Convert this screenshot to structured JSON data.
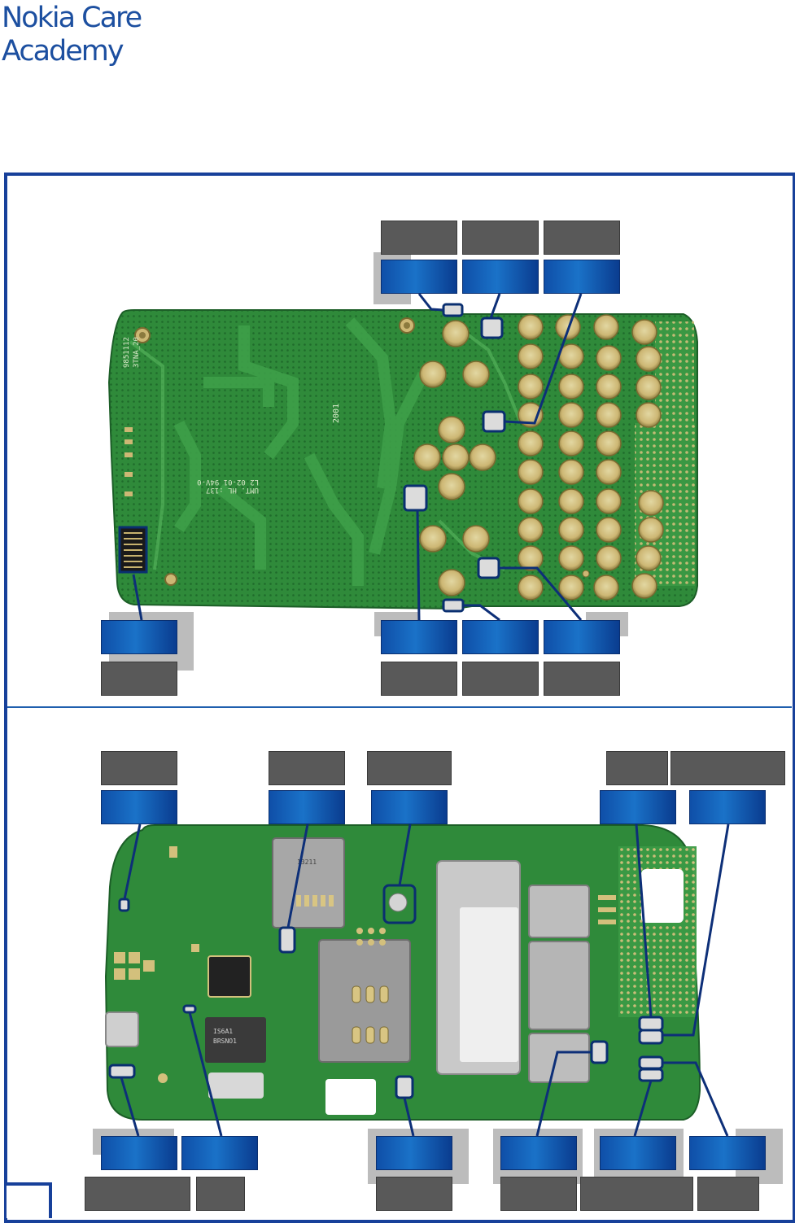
{
  "header": {
    "brand_line1": "Nokia Care",
    "brand_line2": "Academy"
  },
  "colors": {
    "brand_blue": "#17409a",
    "pcb_green": "#2f8a3a",
    "pad_gold": "#d8c583",
    "label_grey": "#595959",
    "label_blue": "#1466bb",
    "section_band": "#aee8f8"
  },
  "board_top": {
    "silkscreen": [
      "9851112",
      "3TNA_20",
      "2001",
      "UMT. HL :137",
      "L2 02-01 94V-0"
    ]
  },
  "board_bottom": {
    "silkscreen": [
      "13211",
      "IS6A1",
      "BRSNO1"
    ]
  }
}
